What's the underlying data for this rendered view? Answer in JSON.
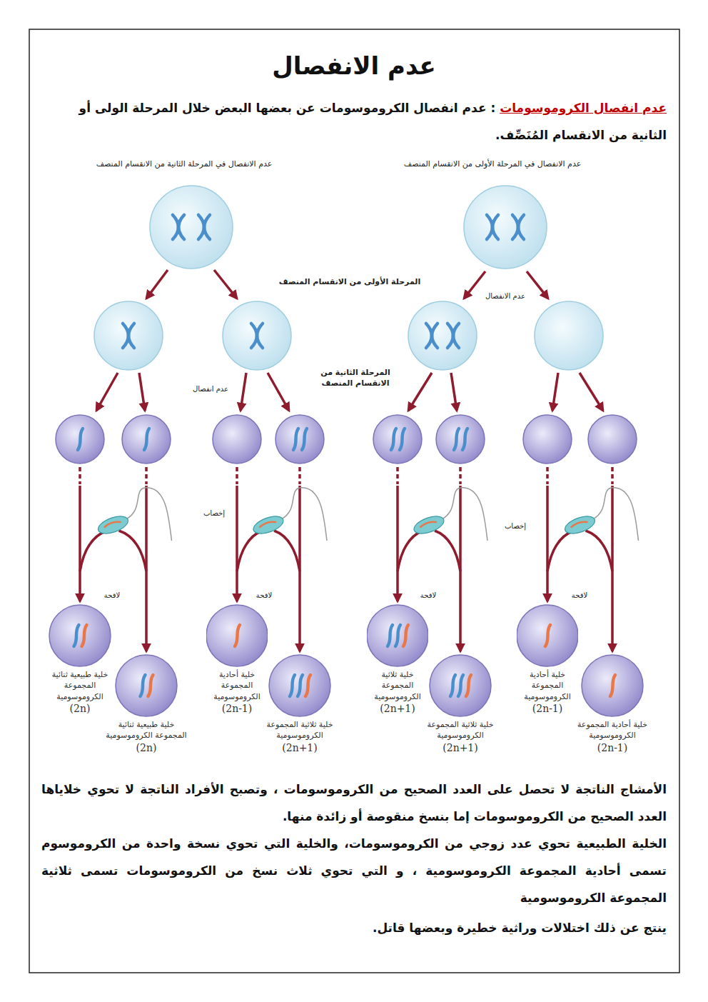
{
  "diagram": {
    "title": "عدم الانفصال",
    "nodes": [
      {
        "text": [
          "خلية طبيعية ثنائية المجموعة الكروموسومية",
          "(2n)"
        ]
      },
      {
        "text": [
          "خلية طبيعية ثنائية المجموعة الكروموسومية",
          "(2n)"
        ]
      },
      {
        "text": [
          "خلية أحادية المجموعة الكروموسومية",
          "(2n-1)"
        ]
      },
      {
        "text": [
          "خلية ثلاثية المجموعة الكروموسومية",
          "(2n+1)"
        ]
      },
      {
        "text": [
          "خلية ثلاثية المجموعة الكروموسومية",
          "(2n+1)"
        ]
      },
      {
        "text": [
          "خلية ثلاثية المجموعة الكروموسومية",
          "(2n+1)"
        ]
      },
      {
        "text": [
          "خلية أحادية المجموعة الكروموسومية",
          "(2n-1)"
        ]
      },
      {
        "text": [
          "خلية أحادية المجموعة الكروموسومية",
          "(2n-1)"
        ]
      }
    ],
    "labels": [
      "عدم انفصال الكروموسومات",
      ": عدم انفصال الكروموسومات عن بعضها البعض خلال المرحلة الولى أو الثانية من الانقسام المُنَصِّف.",
      "عدم الانفصال في المرحلة الأولى من الانقسام المنصف",
      "عدم الانفصال في المرحلة الثانية من الانقسام المنصف",
      "المرحلة الأولى من الانقسام المنصف",
      "عدم الانفصال",
      "المرحلة الثانية من الانقسام المنصف",
      "عدم انفصال",
      "إخصاب",
      "إخصاب",
      "لاقحة",
      "لاقحة",
      "لاقحة",
      "لاقحة",
      "الأمشاج الناتجة لا تحصل على العدد الصحيح من الكروموسومات ، وتصبح الأفراد الناتجة لا تحوي خلاياها العدد الصحيح من الكروموسومات إما بنسخ منقوصة أو زائدة منها.",
      "الخلية الطبيعية تحوي عدد زوجي من الكروموسومات، والخلية التي تحوي نسخة واحدة من الكروموسوم تسمى أحادية المجموعة الكروموسومية ، و التي تحوي ثلاث نسخ من الكروموسومات تسمى ثلاثية المجموعة الكروموسومية",
      "ينتج عن ذلك اختلالات وراثية خطيرة وبعضها قاتل."
    ]
  }
}
